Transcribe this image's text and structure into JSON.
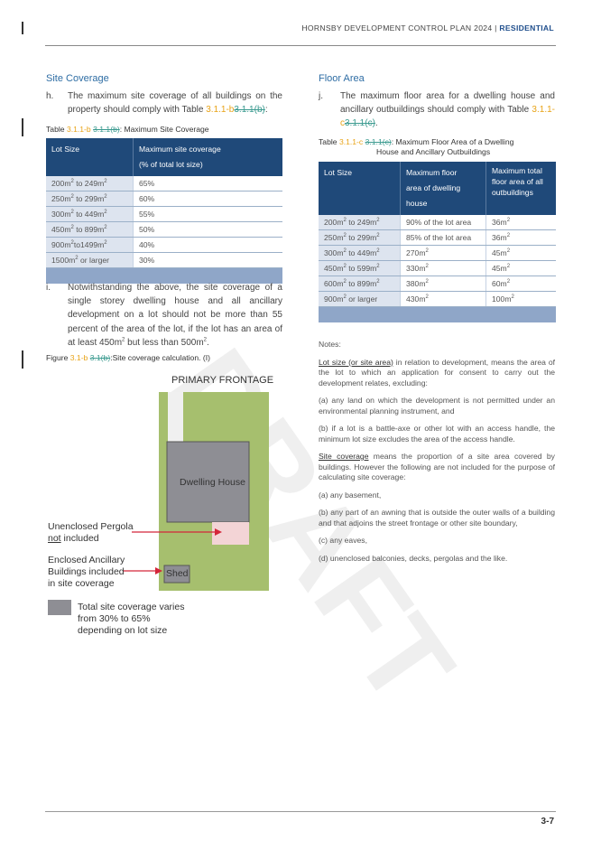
{
  "header": {
    "title": "HORNSBY DEVELOPMENT CONTROL PLAN 2024",
    "separator": "|",
    "section": "RESIDENTIAL"
  },
  "footer": {
    "page": "3-7"
  },
  "watermark": "DRAFT",
  "site_coverage": {
    "heading": "Site Coverage",
    "h_label": "h.",
    "h_text_pre": "The maximum site coverage of all buildings on the property should comply with Table ",
    "h_ref_new": "3.1.1-b",
    "h_ref_old": "3.1.1(b)",
    "h_text_post": ":",
    "table_caption_pre": "Table ",
    "table_caption_new": "3.1.1-b",
    "table_caption_old": "3.1.1(b)",
    "table_caption_post": ": Maximum Site Coverage",
    "col1": "Lot Size",
    "col2_line1": "Maximum site coverage",
    "col2_line2": "(% of total lot size)",
    "rows": [
      {
        "lot_pre": "200m",
        "lot_mid": " to 249m",
        "coverage": "65%"
      },
      {
        "lot_pre": "250m",
        "lot_mid": " to 299m",
        "coverage": "60%"
      },
      {
        "lot_pre": "300m",
        "lot_mid": " to 449m",
        "coverage": "55%"
      },
      {
        "lot_pre": "450m",
        "lot_mid": " to 899m",
        "coverage": "50%"
      },
      {
        "lot_pre": "900m",
        "lot_mid": "to1499m",
        "coverage": "40%"
      }
    ],
    "last_row": {
      "lot_pre": "1500m",
      "lot_post": " or larger",
      "coverage": "30%"
    },
    "i_label": "i.",
    "i_text_pre": "Notwithstanding the above, the site coverage of a single storey dwelling house and all ancillary development on a lot should not be more than 55 percent of the area of the lot, if the lot has an area of at least 450m",
    "i_text_mid": " but less than 500m",
    "i_text_post": ".",
    "sup2": "2",
    "figure_caption_pre": "Figure ",
    "figure_caption_new": "3.1-b",
    "figure_caption_old": "3.1(b)",
    "figure_caption_post": ":Site coverage calculation. (I)"
  },
  "figure": {
    "frontage": "PRIMARY FRONTAGE",
    "house": "Dwelling House",
    "shed": "Shed",
    "pergola_line1": "Unenclosed Pergola",
    "pergola_not": "not",
    "pergola_line2_post": " included",
    "ancillary_line1": "Enclosed Ancillary",
    "ancillary_line2": "Buildings included",
    "ancillary_line3": "in  site   coverage",
    "legend_line1": "Total site coverage varies",
    "legend_line2": "from 30% to 65%",
    "legend_line3": "depending on lot size",
    "colors": {
      "lot": "#a6bf6e",
      "house": "#8e8e94",
      "pergola": "#f3d4d6",
      "arrow": "#d4263a",
      "driveway": "#f0f0f0"
    }
  },
  "floor_area": {
    "heading": "Floor Area",
    "j_label": "j.",
    "j_text_pre": "The maximum floor area for a dwelling house and ancillary outbuildings should comply with Table ",
    "j_ref_new": "3.1.1-c",
    "j_ref_old": "3.1.1(c)",
    "j_text_post": ".",
    "table_caption_pre": "Table ",
    "table_caption_new": "3.1.1-c",
    "table_caption_old": "3.1.1(c)",
    "table_caption_post": ": Maximum Floor Area of a Dwelling",
    "table_caption_line2": "House and Ancillary Outbuildings",
    "col1": "Lot Size",
    "col2_l1": "Maximum floor",
    "col2_l2": "area of dwelling",
    "col2_l3": "house",
    "col3_l1": "Maximum total",
    "col3_l2": "floor area of all",
    "col3_l3": "outbuildings",
    "rows": [
      {
        "lot_a": "200m",
        "lot_b": " to 249m",
        "house": "90% of the lot area",
        "out": "36m"
      },
      {
        "lot_a": "250m",
        "lot_b": " to 299m",
        "house": "85% of the lot area",
        "out": "36m"
      },
      {
        "lot_a": "300m",
        "lot_b": " to 449m",
        "house": "270m",
        "out": "45m"
      },
      {
        "lot_a": "450m",
        "lot_b": " to 599m",
        "house": "330m",
        "out": "45m"
      },
      {
        "lot_a": "600m",
        "lot_b": " to 899m",
        "house": "380m",
        "out": "60m"
      }
    ],
    "last_row": {
      "lot_a": "900m",
      "lot_post": " or larger",
      "house": "430m",
      "out": "100m"
    }
  },
  "notes": {
    "title": "Notes:",
    "lot_term": "Lot size (or site area)",
    "lot_def": " in relation to development, means the area of the lot to which an application for consent to carry out the development relates, excluding:",
    "lot_a": "(a) any land on which the development is not permitted under an environmental planning instrument, and",
    "lot_b": "(b) if a lot is a battle-axe or other lot with an access handle, the minimum lot size excludes the area of the access handle.",
    "sc_term": "Site coverage",
    "sc_def": " means the proportion of a site area covered by buildings. However the following are not included for the purpose of calculating site coverage:",
    "sc_a": "(a) any basement,",
    "sc_b": "(b) any part of an awning that is outside the outer walls of a building and that adjoins the street frontage or other site boundary,",
    "sc_c": "(c) any eaves,",
    "sc_d": "(d) unenclosed balconies, decks, pergolas and the like."
  }
}
